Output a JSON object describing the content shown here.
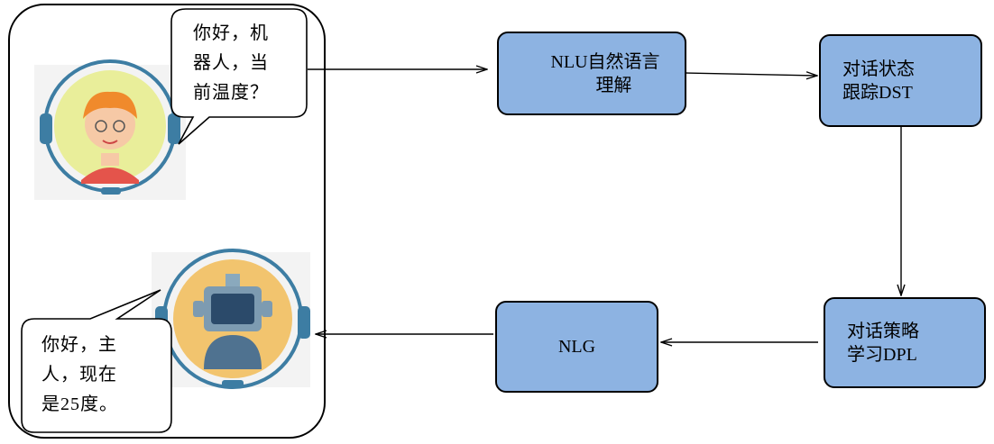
{
  "user_bubble": {
    "lines": [
      "你好，机",
      "器人，当",
      "前温度？"
    ]
  },
  "bot_bubble": {
    "lines": [
      "你好，主",
      "人，现在",
      "是25度。"
    ]
  },
  "nodes": {
    "nlu": {
      "lines": [
        "NLU自然语言",
        "理解"
      ]
    },
    "dst": {
      "lines": [
        "对话状态",
        "跟踪DST"
      ]
    },
    "dpl": {
      "lines": [
        "对话策略",
        "学习DPL"
      ]
    },
    "nlg": {
      "lines": [
        "NLG"
      ]
    }
  },
  "avatars": {
    "user": "user-headset-avatar",
    "bot": "robot-headset-avatar"
  },
  "colors": {
    "node_fill": "#8db3e2",
    "user_ring": "#e9ee9a",
    "bot_ring": "#f2c46e",
    "headset": "#3d7da3"
  }
}
